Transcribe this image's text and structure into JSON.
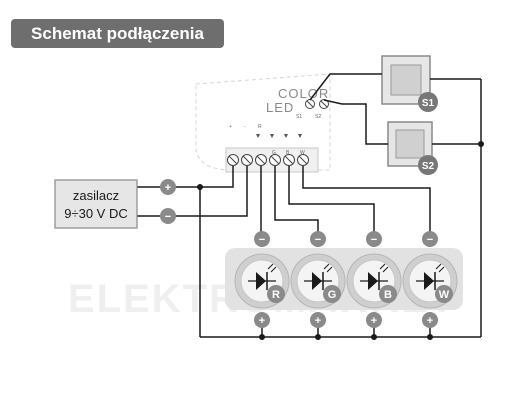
{
  "title": "Schemat podłączenia",
  "module": {
    "brand_line1": "COLOR",
    "brand_line2": "LED",
    "switch_input_labels": [
      "S1",
      "S2"
    ],
    "terminal_labels": [
      "+",
      "-",
      "R",
      "G",
      "B",
      "W"
    ]
  },
  "power_supply": {
    "line1": "zasilacz",
    "line2": "9÷30 V DC",
    "plus_symbol": "+",
    "minus_symbol": "−"
  },
  "switches": [
    {
      "label": "S1"
    },
    {
      "label": "S2"
    }
  ],
  "leds": [
    {
      "channel": "R",
      "minus_symbol": "−",
      "plus_symbol": "+"
    },
    {
      "channel": "G",
      "minus_symbol": "−",
      "plus_symbol": "+"
    },
    {
      "channel": "B",
      "minus_symbol": "−",
      "plus_symbol": "+"
    },
    {
      "channel": "W",
      "minus_symbol": "−",
      "plus_symbol": "+"
    }
  ],
  "watermark": "ELEKTROMARKET",
  "colors": {
    "wire": "#1a1a1a",
    "node_fill": "#8a8a8a",
    "title_bg": "#6e6e6e",
    "led_panel": "#e2e2e2",
    "led_body": "#cfcfcf"
  }
}
